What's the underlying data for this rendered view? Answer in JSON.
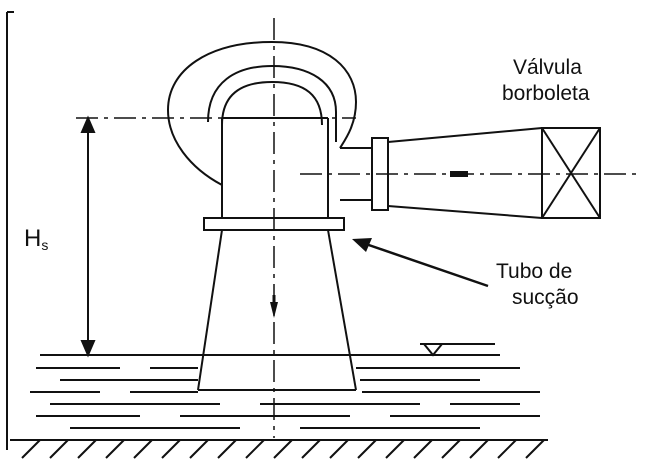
{
  "labels": {
    "valve_line1": "Válvula",
    "valve_line2": "borboleta",
    "tube_line1": "Tubo de",
    "tube_line2": "sucção",
    "height_main": "H",
    "height_sub": "s"
  },
  "colors": {
    "ink": "#111111",
    "background": "#ffffff"
  }
}
